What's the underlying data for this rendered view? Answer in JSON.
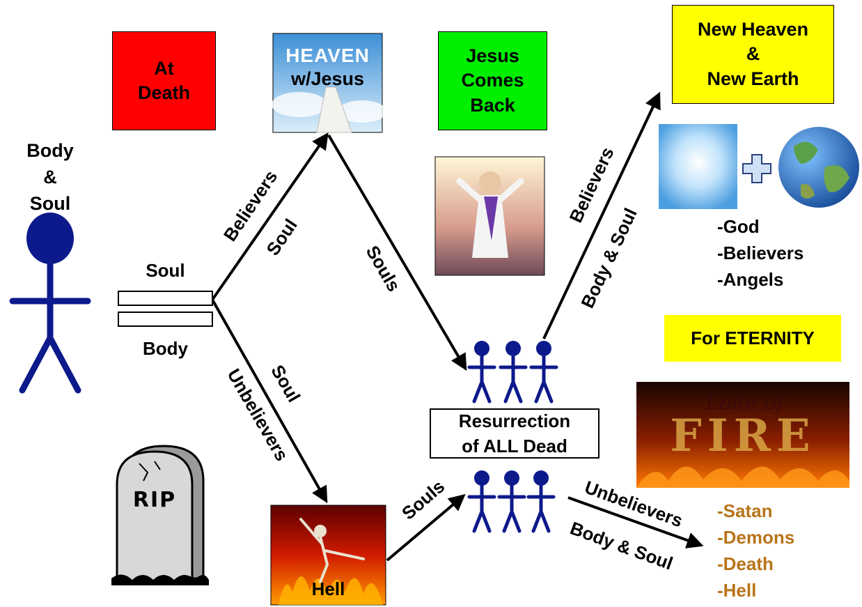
{
  "stages": {
    "at_death": "At\nDeath",
    "heaven_caption": "w/Jesus",
    "heaven_picture_word": "HEAVEN",
    "jesus_comes_back": "Jesus\nComes\nBack",
    "new_heaven_earth": "New Heaven\n&\nNew Earth",
    "for_eternity": "For ETERNITY",
    "resurrection": "Resurrection\nof ALL Dead",
    "hell_caption": "Hell",
    "lake_of_fire_word1": "Lake of",
    "lake_of_fire_word2": "FIRE",
    "rip": "RIP"
  },
  "person": {
    "title": "Body\n&\nSoul",
    "soul_label": "Soul",
    "body_label": "Body"
  },
  "arrows": {
    "believers_up": "Believers",
    "soul_up": "Soul",
    "souls_down": "Souls",
    "unbelievers_down": "Unbelievers",
    "soul_down": "Soul",
    "souls_from_hell": "Souls",
    "believers_final": "Believers",
    "body_soul_final": "Body & Soul",
    "unbelievers_final": "Unbelievers",
    "body_soul_lake": "Body & Soul"
  },
  "heaven_members": [
    "-God",
    "-Believers",
    "-Angels"
  ],
  "lake_members": [
    "-Satan",
    "-Demons",
    "-Death",
    "-Hell"
  ],
  "colors": {
    "person": "#0d1a8c",
    "at_death_bg": "#ff0000",
    "jesus_bg": "#00ee00",
    "new_heaven_bg": "#ffff00",
    "eternity_bg": "#ffff00",
    "lake_members_text": "#b8741a"
  }
}
